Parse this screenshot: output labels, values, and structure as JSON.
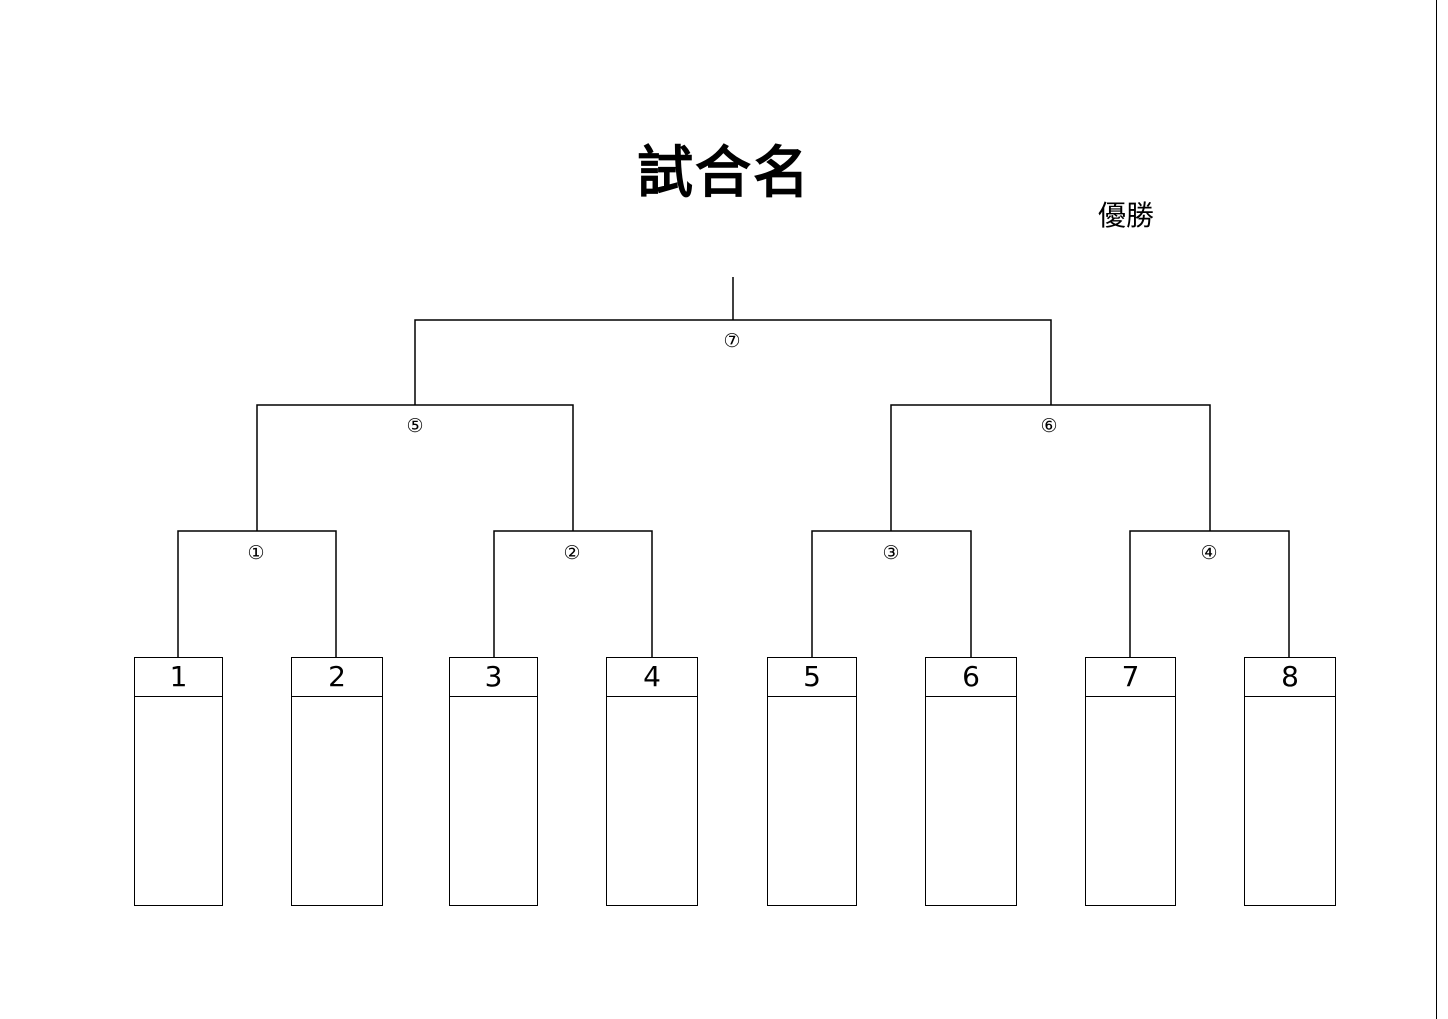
{
  "title": "試合名",
  "champion_label": "優勝",
  "matches": [
    "①",
    "②",
    "③",
    "④",
    "⑤",
    "⑥",
    "⑦"
  ],
  "entries": [
    "1",
    "2",
    "3",
    "4",
    "5",
    "6",
    "7",
    "8"
  ],
  "colors": {
    "line": "#000000",
    "background": "#ffffff"
  }
}
